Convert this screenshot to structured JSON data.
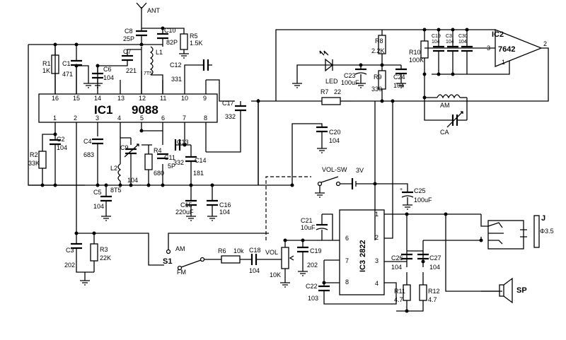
{
  "ic1": {
    "name": "IC1",
    "part": "9088",
    "pins_top": [
      "16",
      "15",
      "14",
      "13",
      "12",
      "11",
      "10",
      "9"
    ],
    "pins_bottom": [
      "1",
      "2",
      "3",
      "4",
      "5",
      "6",
      "7",
      "8"
    ]
  },
  "ic2": {
    "name": "IC2",
    "part": "7642",
    "pins": [
      "3",
      "1",
      "2"
    ]
  },
  "ic3": {
    "name": "IC3",
    "part": "2822",
    "pins_left": [
      "6",
      "7",
      "8"
    ],
    "pins_right": [
      "1",
      "2",
      "3",
      "4"
    ]
  },
  "labels": {
    "ant": "ANT",
    "r1": "R1",
    "r1v": "1K",
    "c1": "C1",
    "c1v": "471",
    "c6": "C6",
    "c6v": "104",
    "c7": "C7",
    "c7v": "221",
    "c8": "C8",
    "c8v": "25P",
    "c10": "C10",
    "c10v": "82P",
    "r5": "R5",
    "r5v": "1.5K",
    "l1": "L1",
    "l1v": "7T5",
    "c12": "C12",
    "c12v": "331",
    "c17": "C17",
    "c17v": "332",
    "c2": "C2",
    "c2v": "104",
    "r2": "R2",
    "r2v": "33K",
    "c4": "C4",
    "c4v": "683",
    "c9": "C9",
    "c9v": "104",
    "r4": "R4",
    "r4v": "680",
    "c11": "C11",
    "c11v": "5P",
    "c13": "C13",
    "c13v": "332",
    "c14": "C14",
    "c14v": "181",
    "l2": "L2",
    "l2v": "8T5",
    "c5": "C5",
    "c5v": "104",
    "c15": "C15",
    "c15v": "220uF",
    "c16": "C16",
    "c16v": "104",
    "c3": "C3",
    "c3v": "202",
    "r3": "R3",
    "r3v": "22K",
    "s1": "S1",
    "am": "AM",
    "fm": "FM",
    "r6": "R6",
    "r6v": "10k",
    "c18": "C18",
    "c18v": "104",
    "vol": "VOL",
    "volv": "10K",
    "r8": "R8",
    "r8v": "2.2K",
    "r9": "R9",
    "r9v": "330",
    "r7": "R7",
    "r7v": "22",
    "r10": "R10",
    "r10v": "100K",
    "c23": "C23",
    "c23v": "100uF",
    "c24": "C24",
    "c24v": "104",
    "led": "LED",
    "c20": "C20",
    "c20v": "104",
    "c19a": "C19",
    "c19b": "104",
    "c3b": "C3",
    "c3bv": "104",
    "c30": "C30",
    "c30v": "104",
    "am2": "AM",
    "ca": "CA",
    "volsw": "VOL-SW",
    "v3": "3V",
    "c25": "C25",
    "c25v": "100uF",
    "c21": "C21",
    "c21v": "10uF",
    "c19": "C19",
    "c19v": "202",
    "c22": "C22",
    "c22v": "103",
    "c26": "C26",
    "c26v": "104",
    "c27": "C27",
    "c27v": "104",
    "r11": "R11",
    "r11v": "4.7",
    "r12": "R12",
    "r12v": "4.7",
    "j": "J",
    "jv": "Φ3.5",
    "sp": "SP"
  }
}
